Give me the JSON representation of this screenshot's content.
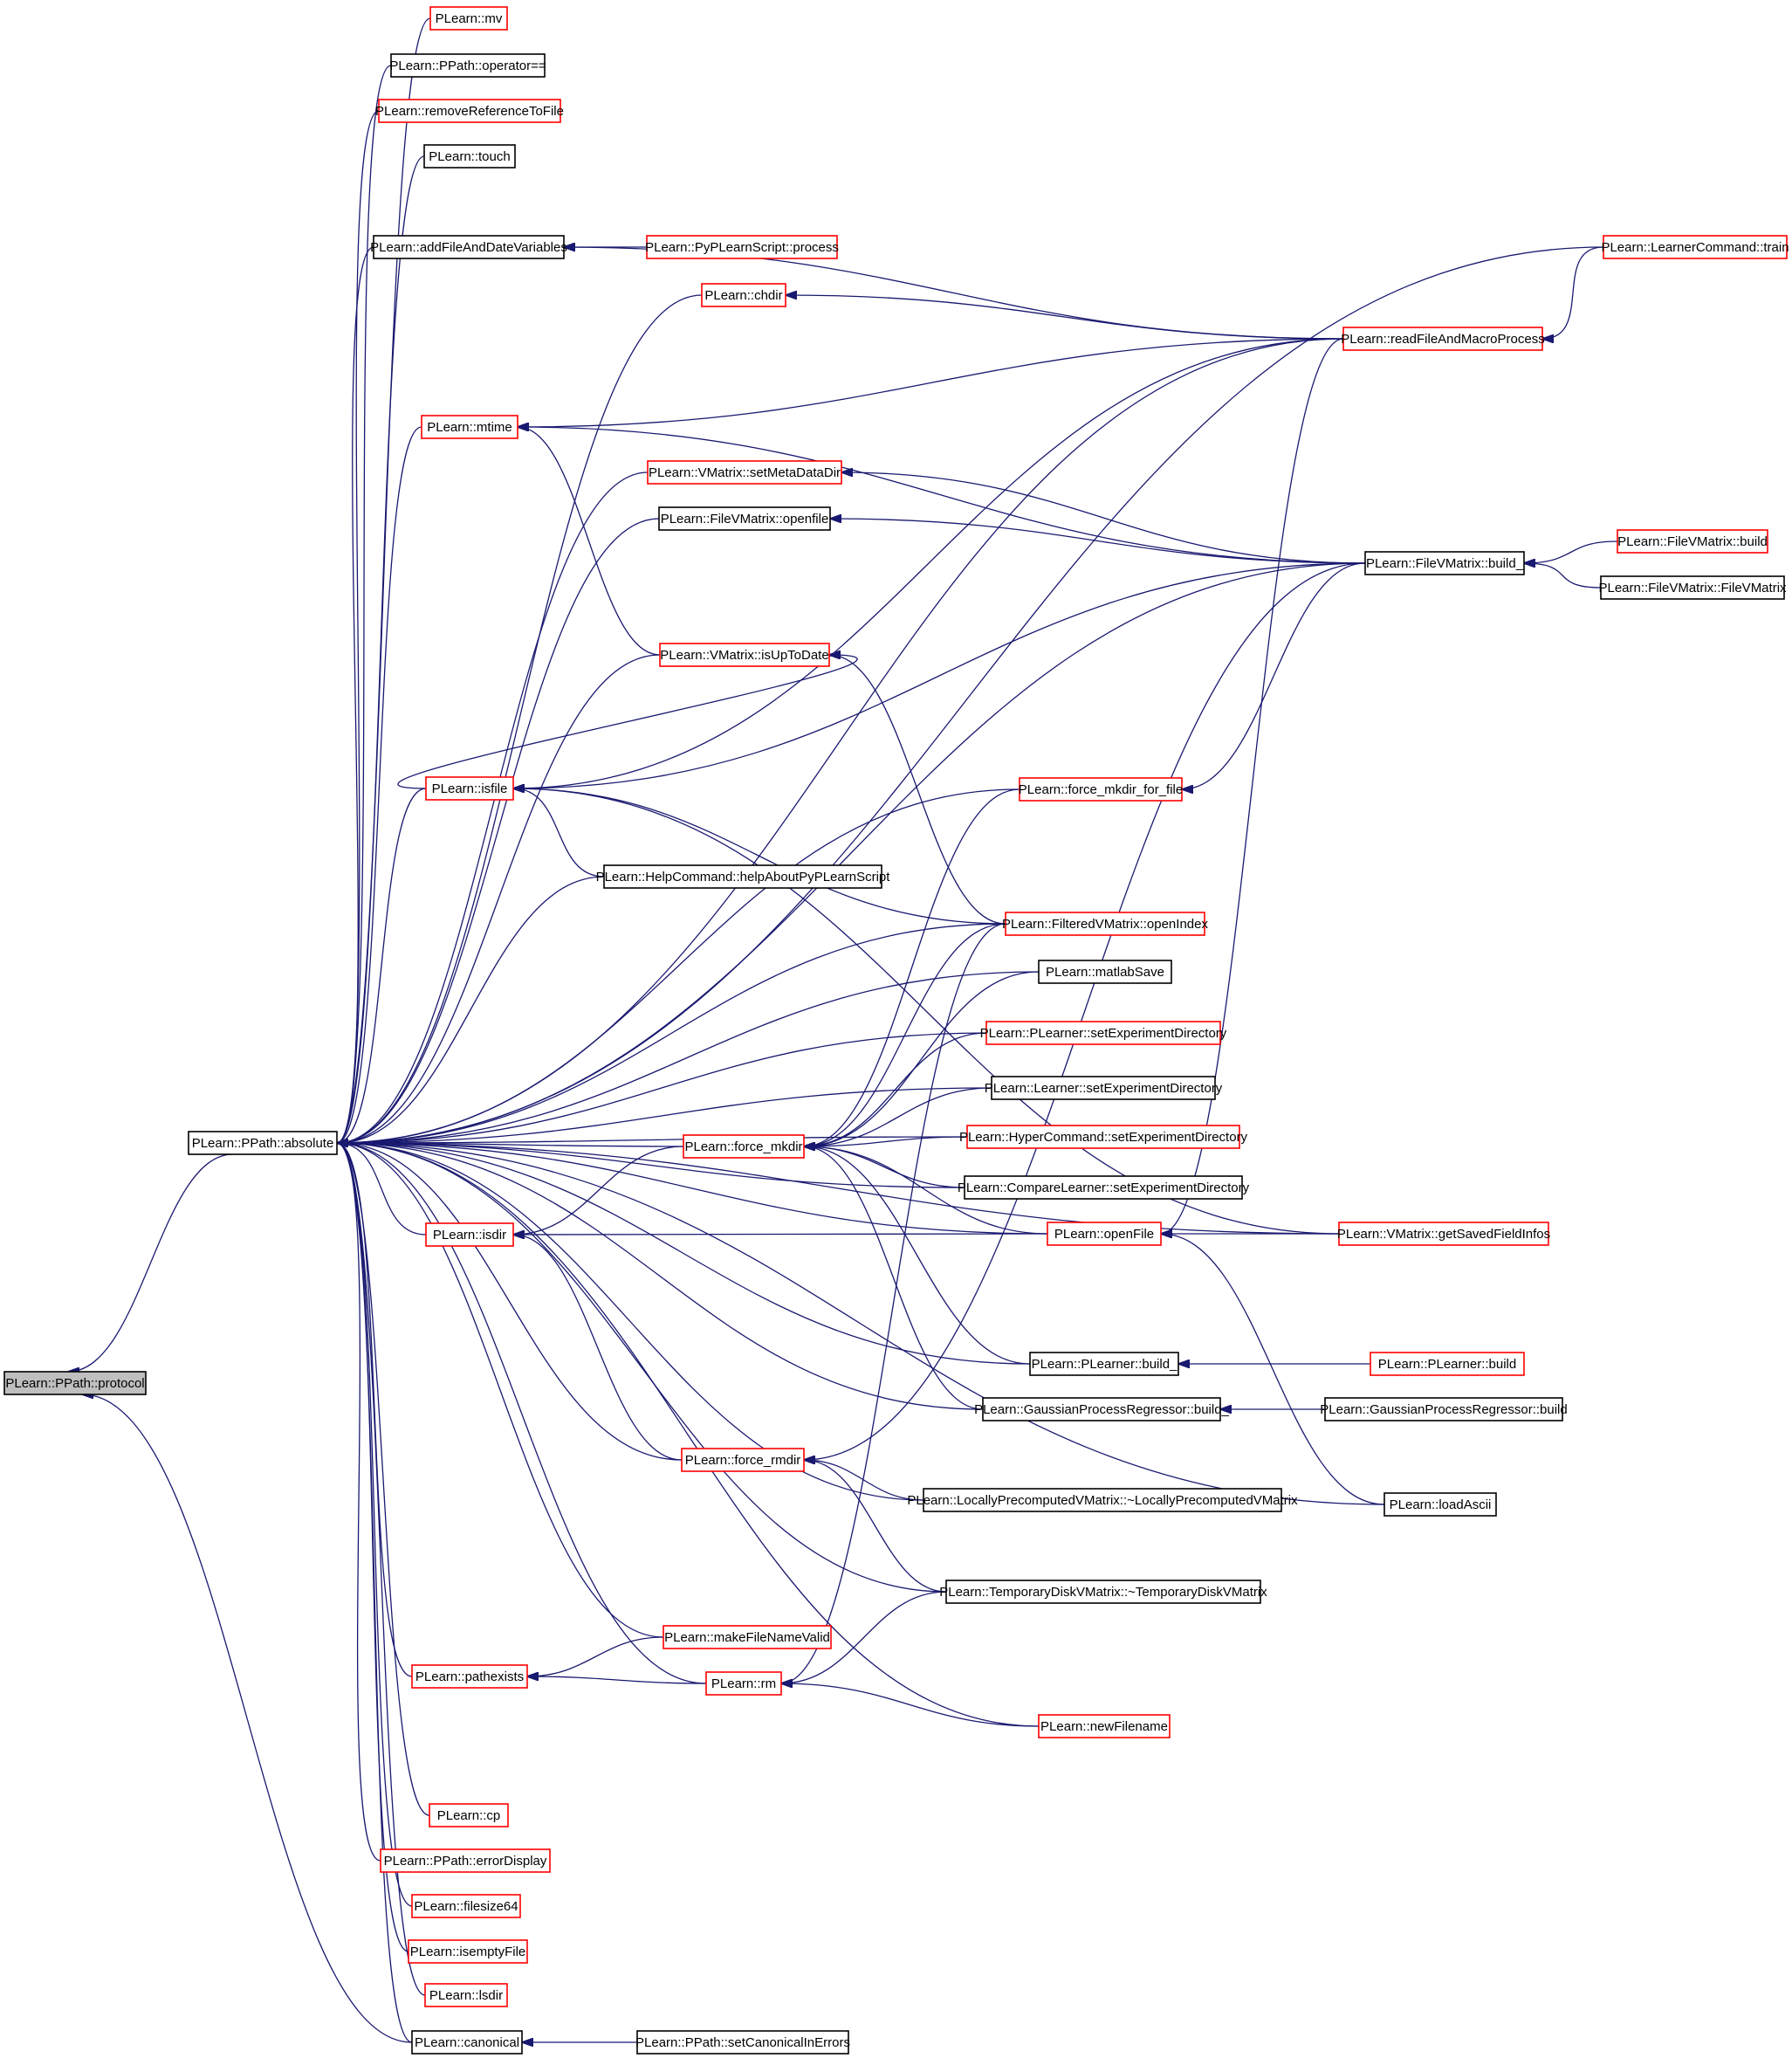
{
  "colors": {
    "edge": "#191970",
    "node_border_default": "#000000",
    "node_border_truncated": "#ff0000",
    "root_fill": "#bfbfbf",
    "background": "#ffffff"
  },
  "graph": {
    "root": "n_protocol",
    "nodes": [
      {
        "id": "n_protocol",
        "label": "PLearn::PPath::protocol",
        "border": "black",
        "root": true
      },
      {
        "id": "n_absolute",
        "label": "PLearn::PPath::absolute",
        "border": "black"
      },
      {
        "id": "n_mv",
        "label": "PLearn::mv",
        "border": "red"
      },
      {
        "id": "n_operator",
        "label": "PLearn::PPath::operator==",
        "border": "black"
      },
      {
        "id": "n_removeRef",
        "label": "PLearn::removeReferenceToFile",
        "border": "red"
      },
      {
        "id": "n_touch",
        "label": "PLearn::touch",
        "border": "black"
      },
      {
        "id": "n_addFile",
        "label": "PLearn::addFileAndDateVariables",
        "border": "black"
      },
      {
        "id": "n_pyprocess",
        "label": "PLearn::PyPLearnScript::process",
        "border": "red"
      },
      {
        "id": "n_learnercmdtrain",
        "label": "PLearn::LearnerCommand::train",
        "border": "red"
      },
      {
        "id": "n_chdir",
        "label": "PLearn::chdir",
        "border": "red"
      },
      {
        "id": "n_readFile",
        "label": "PLearn::readFileAndMacroProcess",
        "border": "red"
      },
      {
        "id": "n_mtime",
        "label": "PLearn::mtime",
        "border": "red"
      },
      {
        "id": "n_setMetaDataDir",
        "label": "PLearn::VMatrix::setMetaDataDir",
        "border": "red"
      },
      {
        "id": "n_fvm_openfile",
        "label": "PLearn::FileVMatrix::openfile",
        "border": "black"
      },
      {
        "id": "n_fvm_build_",
        "label": "PLearn::FileVMatrix::build_",
        "border": "black"
      },
      {
        "id": "n_fvm_build",
        "label": "PLearn::FileVMatrix::build",
        "border": "red"
      },
      {
        "id": "n_fvm_ctor",
        "label": "PLearn::FileVMatrix::FileVMatrix",
        "border": "black"
      },
      {
        "id": "n_isUpToDate",
        "label": "PLearn::VMatrix::isUpToDate",
        "border": "red"
      },
      {
        "id": "n_isfile",
        "label": "PLearn::isfile",
        "border": "red"
      },
      {
        "id": "n_force_mkdir_ff",
        "label": "PLearn::force_mkdir_for_file",
        "border": "red"
      },
      {
        "id": "n_helpAbout",
        "label": "PLearn::HelpCommand::helpAboutPyPLearnScript",
        "border": "black"
      },
      {
        "id": "n_openIndex",
        "label": "PLearn::FilteredVMatrix::openIndex",
        "border": "red"
      },
      {
        "id": "n_matlabSave",
        "label": "PLearn::matlabSave",
        "border": "black"
      },
      {
        "id": "n_plearner_setexp",
        "label": "PLearn::PLearner::setExperimentDirectory",
        "border": "red"
      },
      {
        "id": "n_learner_setexp",
        "label": "PLearn::Learner::setExperimentDirectory",
        "border": "black"
      },
      {
        "id": "n_force_mkdir",
        "label": "PLearn::force_mkdir",
        "border": "red"
      },
      {
        "id": "n_hyper_setexp",
        "label": "PLearn::HyperCommand::setExperimentDirectory",
        "border": "red"
      },
      {
        "id": "n_compare_setexp",
        "label": "PLearn::CompareLearner::setExperimentDirectory",
        "border": "black"
      },
      {
        "id": "n_isdir",
        "label": "PLearn::isdir",
        "border": "red"
      },
      {
        "id": "n_openFile",
        "label": "PLearn::openFile",
        "border": "red"
      },
      {
        "id": "n_getSavedField",
        "label": "PLearn::VMatrix::getSavedFieldInfos",
        "border": "red"
      },
      {
        "id": "n_plearner_build_",
        "label": "PLearn::PLearner::build_",
        "border": "black"
      },
      {
        "id": "n_plearner_build",
        "label": "PLearn::PLearner::build",
        "border": "red"
      },
      {
        "id": "n_gpr_build_",
        "label": "PLearn::GaussianProcessRegressor::build_",
        "border": "black"
      },
      {
        "id": "n_gpr_build",
        "label": "PLearn::GaussianProcessRegressor::build",
        "border": "black"
      },
      {
        "id": "n_force_rmdir",
        "label": "PLearn::force_rmdir",
        "border": "red"
      },
      {
        "id": "n_lpvm",
        "label": "PLearn::LocallyPrecomputedVMatrix::~LocallyPrecomputedVMatrix",
        "border": "black"
      },
      {
        "id": "n_loadAscii",
        "label": "PLearn::loadAscii",
        "border": "black"
      },
      {
        "id": "n_tdvm",
        "label": "PLearn::TemporaryDiskVMatrix::~TemporaryDiskVMatrix",
        "border": "black"
      },
      {
        "id": "n_makeFileName",
        "label": "PLearn::makeFileNameValid",
        "border": "red"
      },
      {
        "id": "n_pathexists",
        "label": "PLearn::pathexists",
        "border": "red"
      },
      {
        "id": "n_rm",
        "label": "PLearn::rm",
        "border": "red"
      },
      {
        "id": "n_newFilename",
        "label": "PLearn::newFilename",
        "border": "red"
      },
      {
        "id": "n_cp",
        "label": "PLearn::cp",
        "border": "red"
      },
      {
        "id": "n_errorDisplay",
        "label": "PLearn::PPath::errorDisplay",
        "border": "red"
      },
      {
        "id": "n_filesize64",
        "label": "PLearn::filesize64",
        "border": "red"
      },
      {
        "id": "n_isemptyFile",
        "label": "PLearn::isemptyFile",
        "border": "red"
      },
      {
        "id": "n_lsdir",
        "label": "PLearn::lsdir",
        "border": "red"
      },
      {
        "id": "n_canonical",
        "label": "PLearn::canonical",
        "border": "black"
      },
      {
        "id": "n_setCanonical",
        "label": "PLearn::PPath::setCanonicalInErrors",
        "border": "black"
      }
    ],
    "edges": [
      [
        "n_absolute",
        "n_protocol"
      ],
      [
        "n_canonical",
        "n_protocol"
      ],
      [
        "n_mv",
        "n_absolute"
      ],
      [
        "n_operator",
        "n_absolute"
      ],
      [
        "n_removeRef",
        "n_absolute"
      ],
      [
        "n_touch",
        "n_absolute"
      ],
      [
        "n_learnercmdtrain",
        "n_absolute"
      ],
      [
        "n_addFile",
        "n_absolute"
      ],
      [
        "n_chdir",
        "n_absolute"
      ],
      [
        "n_readFile",
        "n_absolute"
      ],
      [
        "n_mtime",
        "n_absolute"
      ],
      [
        "n_setMetaDataDir",
        "n_absolute"
      ],
      [
        "n_fvm_openfile",
        "n_absolute"
      ],
      [
        "n_fvm_build_",
        "n_absolute"
      ],
      [
        "n_force_mkdir_ff",
        "n_absolute"
      ],
      [
        "n_isUpToDate",
        "n_absolute"
      ],
      [
        "n_isfile",
        "n_absolute"
      ],
      [
        "n_helpAbout",
        "n_absolute"
      ],
      [
        "n_openIndex",
        "n_absolute"
      ],
      [
        "n_matlabSave",
        "n_absolute"
      ],
      [
        "n_plearner_setexp",
        "n_absolute"
      ],
      [
        "n_learner_setexp",
        "n_absolute"
      ],
      [
        "n_hyper_setexp",
        "n_absolute"
      ],
      [
        "n_force_mkdir",
        "n_absolute"
      ],
      [
        "n_compare_setexp",
        "n_absolute"
      ],
      [
        "n_isdir",
        "n_absolute"
      ],
      [
        "n_openFile",
        "n_absolute"
      ],
      [
        "n_getSavedField",
        "n_absolute"
      ],
      [
        "n_plearner_build_",
        "n_absolute"
      ],
      [
        "n_gpr_build_",
        "n_absolute"
      ],
      [
        "n_force_rmdir",
        "n_absolute"
      ],
      [
        "n_lpvm",
        "n_absolute"
      ],
      [
        "n_loadAscii",
        "n_absolute"
      ],
      [
        "n_tdvm",
        "n_absolute"
      ],
      [
        "n_makeFileName",
        "n_absolute"
      ],
      [
        "n_pathexists",
        "n_absolute"
      ],
      [
        "n_rm",
        "n_absolute"
      ],
      [
        "n_newFilename",
        "n_absolute"
      ],
      [
        "n_cp",
        "n_absolute"
      ],
      [
        "n_errorDisplay",
        "n_absolute"
      ],
      [
        "n_filesize64",
        "n_absolute"
      ],
      [
        "n_isemptyFile",
        "n_absolute"
      ],
      [
        "n_lsdir",
        "n_absolute"
      ],
      [
        "n_canonical",
        "n_absolute"
      ],
      [
        "n_pyprocess",
        "n_addFile"
      ],
      [
        "n_readFile",
        "n_addFile"
      ],
      [
        "n_readFile",
        "n_chdir"
      ],
      [
        "n_learnercmdtrain",
        "n_readFile"
      ],
      [
        "n_readFile",
        "n_mtime"
      ],
      [
        "n_fvm_build_",
        "n_mtime"
      ],
      [
        "n_isUpToDate",
        "n_mtime"
      ],
      [
        "n_fvm_build_",
        "n_setMetaDataDir"
      ],
      [
        "n_fvm_build_",
        "n_fvm_openfile"
      ],
      [
        "n_fvm_build",
        "n_fvm_build_"
      ],
      [
        "n_fvm_ctor",
        "n_fvm_build_"
      ],
      [
        "n_isfile",
        "n_isUpToDate"
      ],
      [
        "n_openIndex",
        "n_isUpToDate"
      ],
      [
        "n_readFile",
        "n_isfile"
      ],
      [
        "n_fvm_build_",
        "n_isfile"
      ],
      [
        "n_helpAbout",
        "n_isfile"
      ],
      [
        "n_openIndex",
        "n_isfile"
      ],
      [
        "n_getSavedField",
        "n_isfile"
      ],
      [
        "n_fvm_build_",
        "n_force_mkdir_ff"
      ],
      [
        "n_force_mkdir_ff",
        "n_force_mkdir"
      ],
      [
        "n_openIndex",
        "n_force_mkdir"
      ],
      [
        "n_matlabSave",
        "n_force_mkdir"
      ],
      [
        "n_plearner_setexp",
        "n_force_mkdir"
      ],
      [
        "n_learner_setexp",
        "n_force_mkdir"
      ],
      [
        "n_hyper_setexp",
        "n_force_mkdir"
      ],
      [
        "n_compare_setexp",
        "n_force_mkdir"
      ],
      [
        "n_openFile",
        "n_force_mkdir"
      ],
      [
        "n_plearner_build_",
        "n_force_mkdir"
      ],
      [
        "n_gpr_build_",
        "n_force_mkdir"
      ],
      [
        "n_force_mkdir",
        "n_isdir"
      ],
      [
        "n_openFile",
        "n_isdir"
      ],
      [
        "n_force_rmdir",
        "n_isdir"
      ],
      [
        "n_readFile",
        "n_openFile"
      ],
      [
        "n_getSavedField",
        "n_openFile"
      ],
      [
        "n_loadAscii",
        "n_openFile"
      ],
      [
        "n_plearner_build",
        "n_plearner_build_"
      ],
      [
        "n_gpr_build",
        "n_gpr_build_"
      ],
      [
        "n_fvm_build_",
        "n_force_rmdir"
      ],
      [
        "n_lpvm",
        "n_force_rmdir"
      ],
      [
        "n_tdvm",
        "n_force_rmdir"
      ],
      [
        "n_makeFileName",
        "n_pathexists"
      ],
      [
        "n_rm",
        "n_pathexists"
      ],
      [
        "n_openIndex",
        "n_rm"
      ],
      [
        "n_tdvm",
        "n_rm"
      ],
      [
        "n_newFilename",
        "n_rm"
      ],
      [
        "n_setCanonical",
        "n_canonical"
      ]
    ]
  }
}
